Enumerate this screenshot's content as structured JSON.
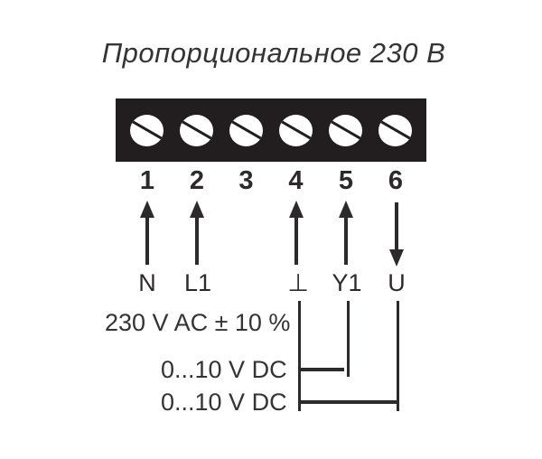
{
  "title": "Пропорциональное 230 В",
  "terminals": [
    {
      "number": "1",
      "label": "N",
      "arrow": "up"
    },
    {
      "number": "2",
      "label": "L1",
      "arrow": "up"
    },
    {
      "number": "3",
      "label": "",
      "arrow": "none"
    },
    {
      "number": "4",
      "label": "⊥",
      "arrow": "up"
    },
    {
      "number": "5",
      "label": "Y1",
      "arrow": "up"
    },
    {
      "number": "6",
      "label": "U",
      "arrow": "down"
    }
  ],
  "annotations": {
    "power_rating": "230 V AC ± 10 %",
    "signal_y1": "0...10 V DC",
    "signal_u": "0...10 V DC"
  },
  "colors": {
    "background": "#ffffff",
    "block": "#221d1e",
    "line": "#2d2a2b",
    "text": "#353334"
  }
}
